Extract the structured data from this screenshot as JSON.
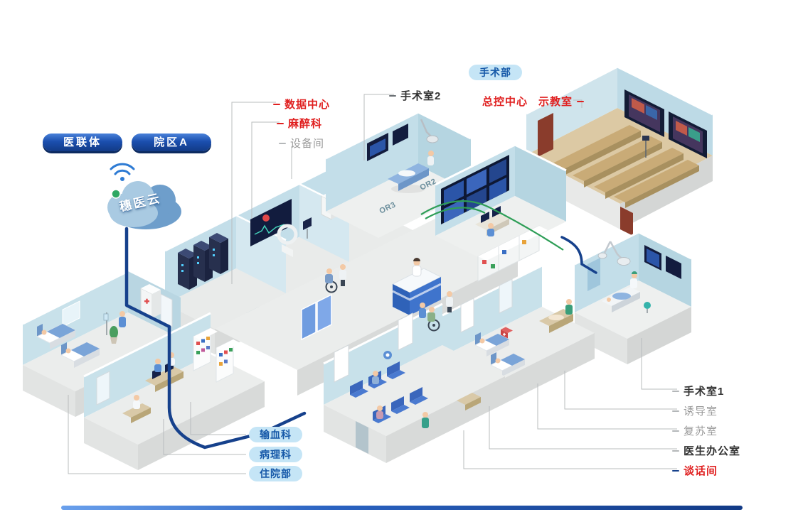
{
  "cloud": {
    "label": "穗医云"
  },
  "org_pills": [
    {
      "label": "医联体"
    },
    {
      "label": "院区A"
    }
  ],
  "dept_pill": {
    "label": "手术部"
  },
  "labels": {
    "data_center": "数据中心",
    "anesthesiology": "麻醉科",
    "equipment_room": "设备间",
    "or2": "手术室2",
    "master_control": "总控中心",
    "classroom": "示教室",
    "or1": "手术室1",
    "induction": "诱导室",
    "recovery": "复苏室",
    "doctor_office": "医生办公室",
    "talk_room": "谈话间"
  },
  "bottom_pills": [
    {
      "label": "输血科"
    },
    {
      "label": "病理科"
    },
    {
      "label": "住院部"
    }
  ],
  "wall_tags": {
    "or2": "OR2",
    "or3": "OR3"
  },
  "colors": {
    "label_red": "#e02020",
    "label_gray": "#9a9a9a",
    "label_dark": "#333333",
    "pill_navy": "#16418c",
    "pill_light_bg": "#c5e5f6",
    "pill_light_text": "#1558a8",
    "backbone_navy": "#16418c",
    "cable_green": "#2e9e57",
    "wall_blue": "#c3dee9",
    "floor_gray": "#ebedec",
    "classroom_floor_tan": "#dcc9a4"
  }
}
